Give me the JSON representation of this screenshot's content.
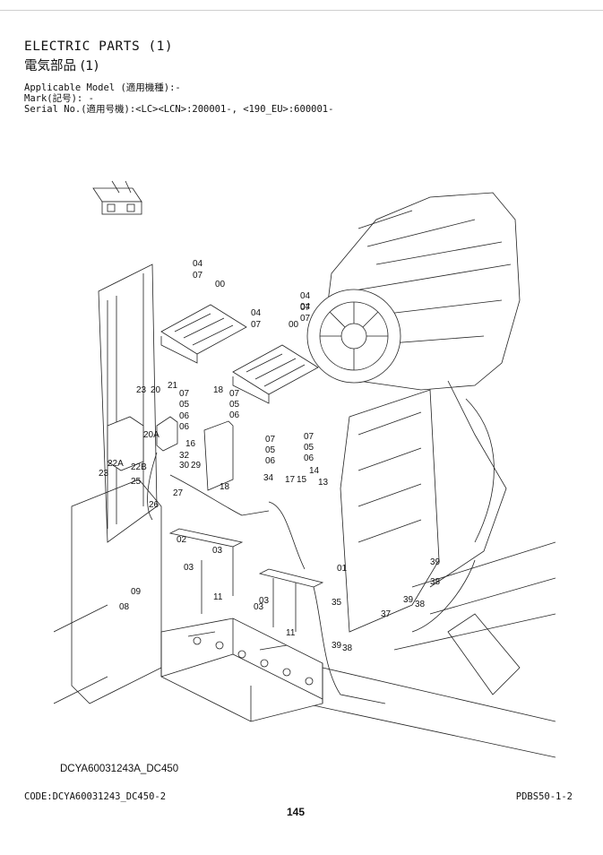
{
  "header": {
    "title_en": "ELECTRIC PARTS (1)",
    "title_jp": "電気部品 (1)",
    "applicable_model": "Applicable Model (適用機種):-",
    "mark": "Mark(記号): -",
    "serial": "Serial No.(適用号機):<LC><LCN>:200001-, <190_EU>:600001-"
  },
  "drawing": {
    "code": "DCYA60031243A_DC450",
    "callouts": [
      "04",
      "07",
      "00",
      "04",
      "07",
      "00",
      "04",
      "07",
      "04",
      "07",
      "23",
      "20",
      "21",
      "07",
      "18",
      "07",
      "05",
      "06",
      "06",
      "05",
      "06",
      "16",
      "07",
      "05",
      "06",
      "07",
      "05",
      "06",
      "20A",
      "22A",
      "22B",
      "23",
      "32",
      "30",
      "29",
      "25",
      "26",
      "27",
      "18",
      "34",
      "17",
      "15",
      "14",
      "13",
      "02",
      "03",
      "03",
      "01",
      "03",
      "09",
      "08",
      "11",
      "11",
      "03",
      "35",
      "37",
      "39",
      "38",
      "39",
      "38",
      "39",
      "38"
    ]
  },
  "footer": {
    "code": "CODE:DCYA60031243_DC450-2",
    "page": "145",
    "id": "PDBS50-1-2"
  }
}
